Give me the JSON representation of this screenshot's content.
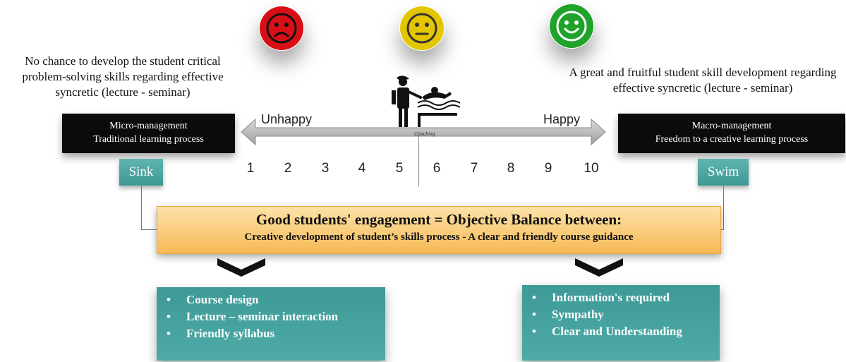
{
  "faces": [
    {
      "mood": "unhappy",
      "color": "#d90f17"
    },
    {
      "mood": "neutral",
      "color": "#e3c500"
    },
    {
      "mood": "happy",
      "color": "#1fa32a"
    }
  ],
  "left_text": "No chance to develop the student critical problem-solving skills regarding effective syncretic  (lecture - seminar)",
  "right_text": "A great and fruitful student skill development regarding effective syncretic  (lecture - seminar)",
  "left_box": {
    "line1": "Micro-management",
    "line2": "Traditional learning process"
  },
  "right_box": {
    "line1": "Macro-management",
    "line2": "Freedom to a creative learning process"
  },
  "left_tag": "Sink",
  "right_tag": "Swim",
  "scale": {
    "left_label": "Unhappy",
    "right_label": "Happy",
    "coach_label": "Coaching",
    "numbers": [
      "1",
      "2",
      "3",
      "4",
      "5",
      "6",
      "7",
      "8",
      "9",
      "10"
    ]
  },
  "banner": {
    "title": "Good students' engagement =  Objective Balance between:",
    "subtitle": "Creative development of student’s skills  process  -  A clear and friendly course guidance"
  },
  "left_list": [
    "Course design",
    "Lecture – seminar interaction",
    "Friendly syllabus"
  ],
  "right_list": [
    "Information's required",
    "Sympathy",
    "Clear and Understanding"
  ],
  "colors": {
    "teal": "#4aa5a1",
    "banner": "#f8c56a",
    "black": "#0b0b0b"
  }
}
